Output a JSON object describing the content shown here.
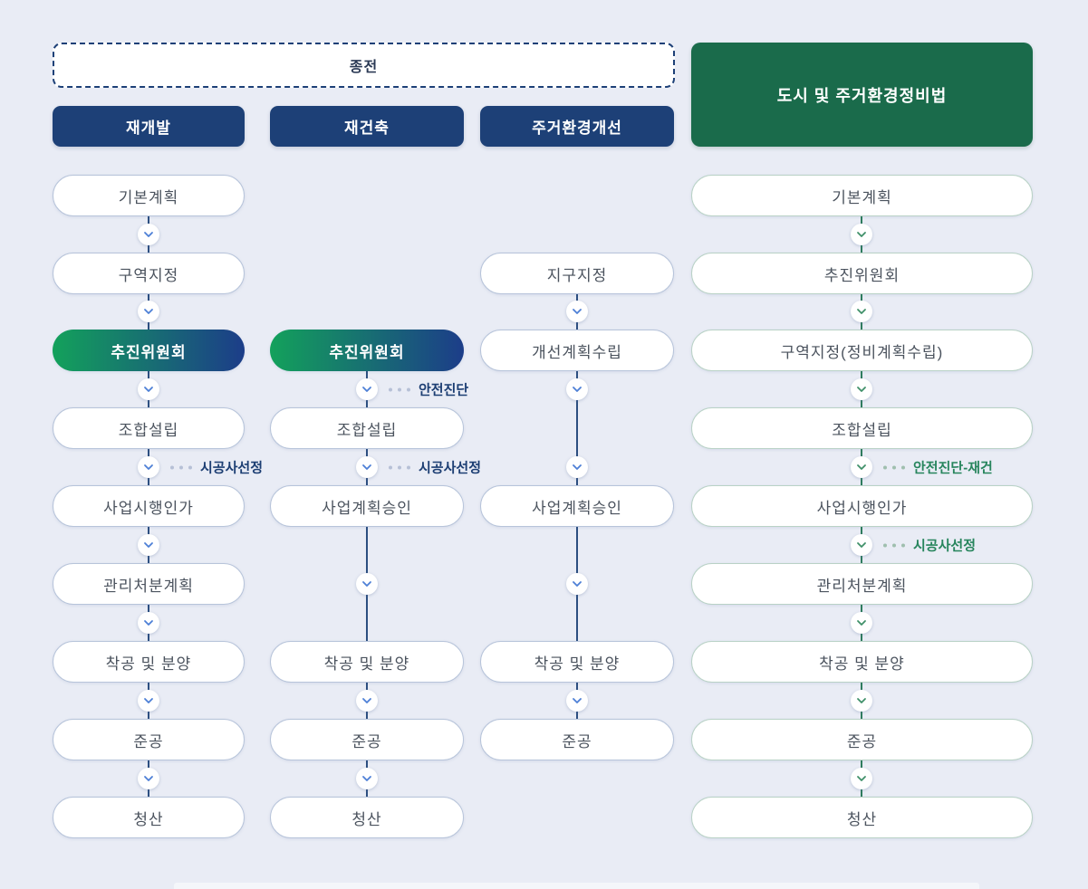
{
  "legacy_band": {
    "label": "종전"
  },
  "columns": [
    {
      "header": "재개발",
      "steps": [
        "기본계획",
        "구역지정",
        "추진위원회",
        "조합설립",
        "사업시행인가",
        "관리처분계획",
        "착공 및 분양",
        "준공",
        "청산"
      ]
    },
    {
      "header": "재건축",
      "steps": [
        "추진위원회",
        "조합설립",
        "사업계획승인",
        "착공 및 분양",
        "준공",
        "청산"
      ]
    },
    {
      "header": "주거환경개선",
      "steps": [
        "지구지정",
        "개선계획수립",
        "사업계획승인",
        "착공 및 분양",
        "준공"
      ]
    },
    {
      "header": "도시 및 주거환경정비법",
      "steps": [
        "기본계획",
        "추진위원회",
        "구역지정(정비계획수립)",
        "조합설립",
        "사업시행인가",
        "관리처분계획",
        "착공 및 분양",
        "준공",
        "청산"
      ]
    }
  ],
  "annotations": {
    "redevelopment_contractor_selection": "시공사선정",
    "reconstruction_safety_inspection": "안전진단",
    "reconstruction_contractor_selection": "시공사선정",
    "law_safety_inspection": "안전진단-재건",
    "law_contractor_selection": "시공사선정"
  },
  "colors": {
    "background": "#e9ecf5",
    "navy_header": "#1d4077",
    "green_header": "#1a6b4b",
    "gradient_start": "#13a15b",
    "gradient_end": "#1c3d89",
    "line_blue": "#2c4e80",
    "line_green": "#2f7c5e",
    "annotation_navy": "#1c3e73",
    "annotation_green": "#27855d"
  }
}
